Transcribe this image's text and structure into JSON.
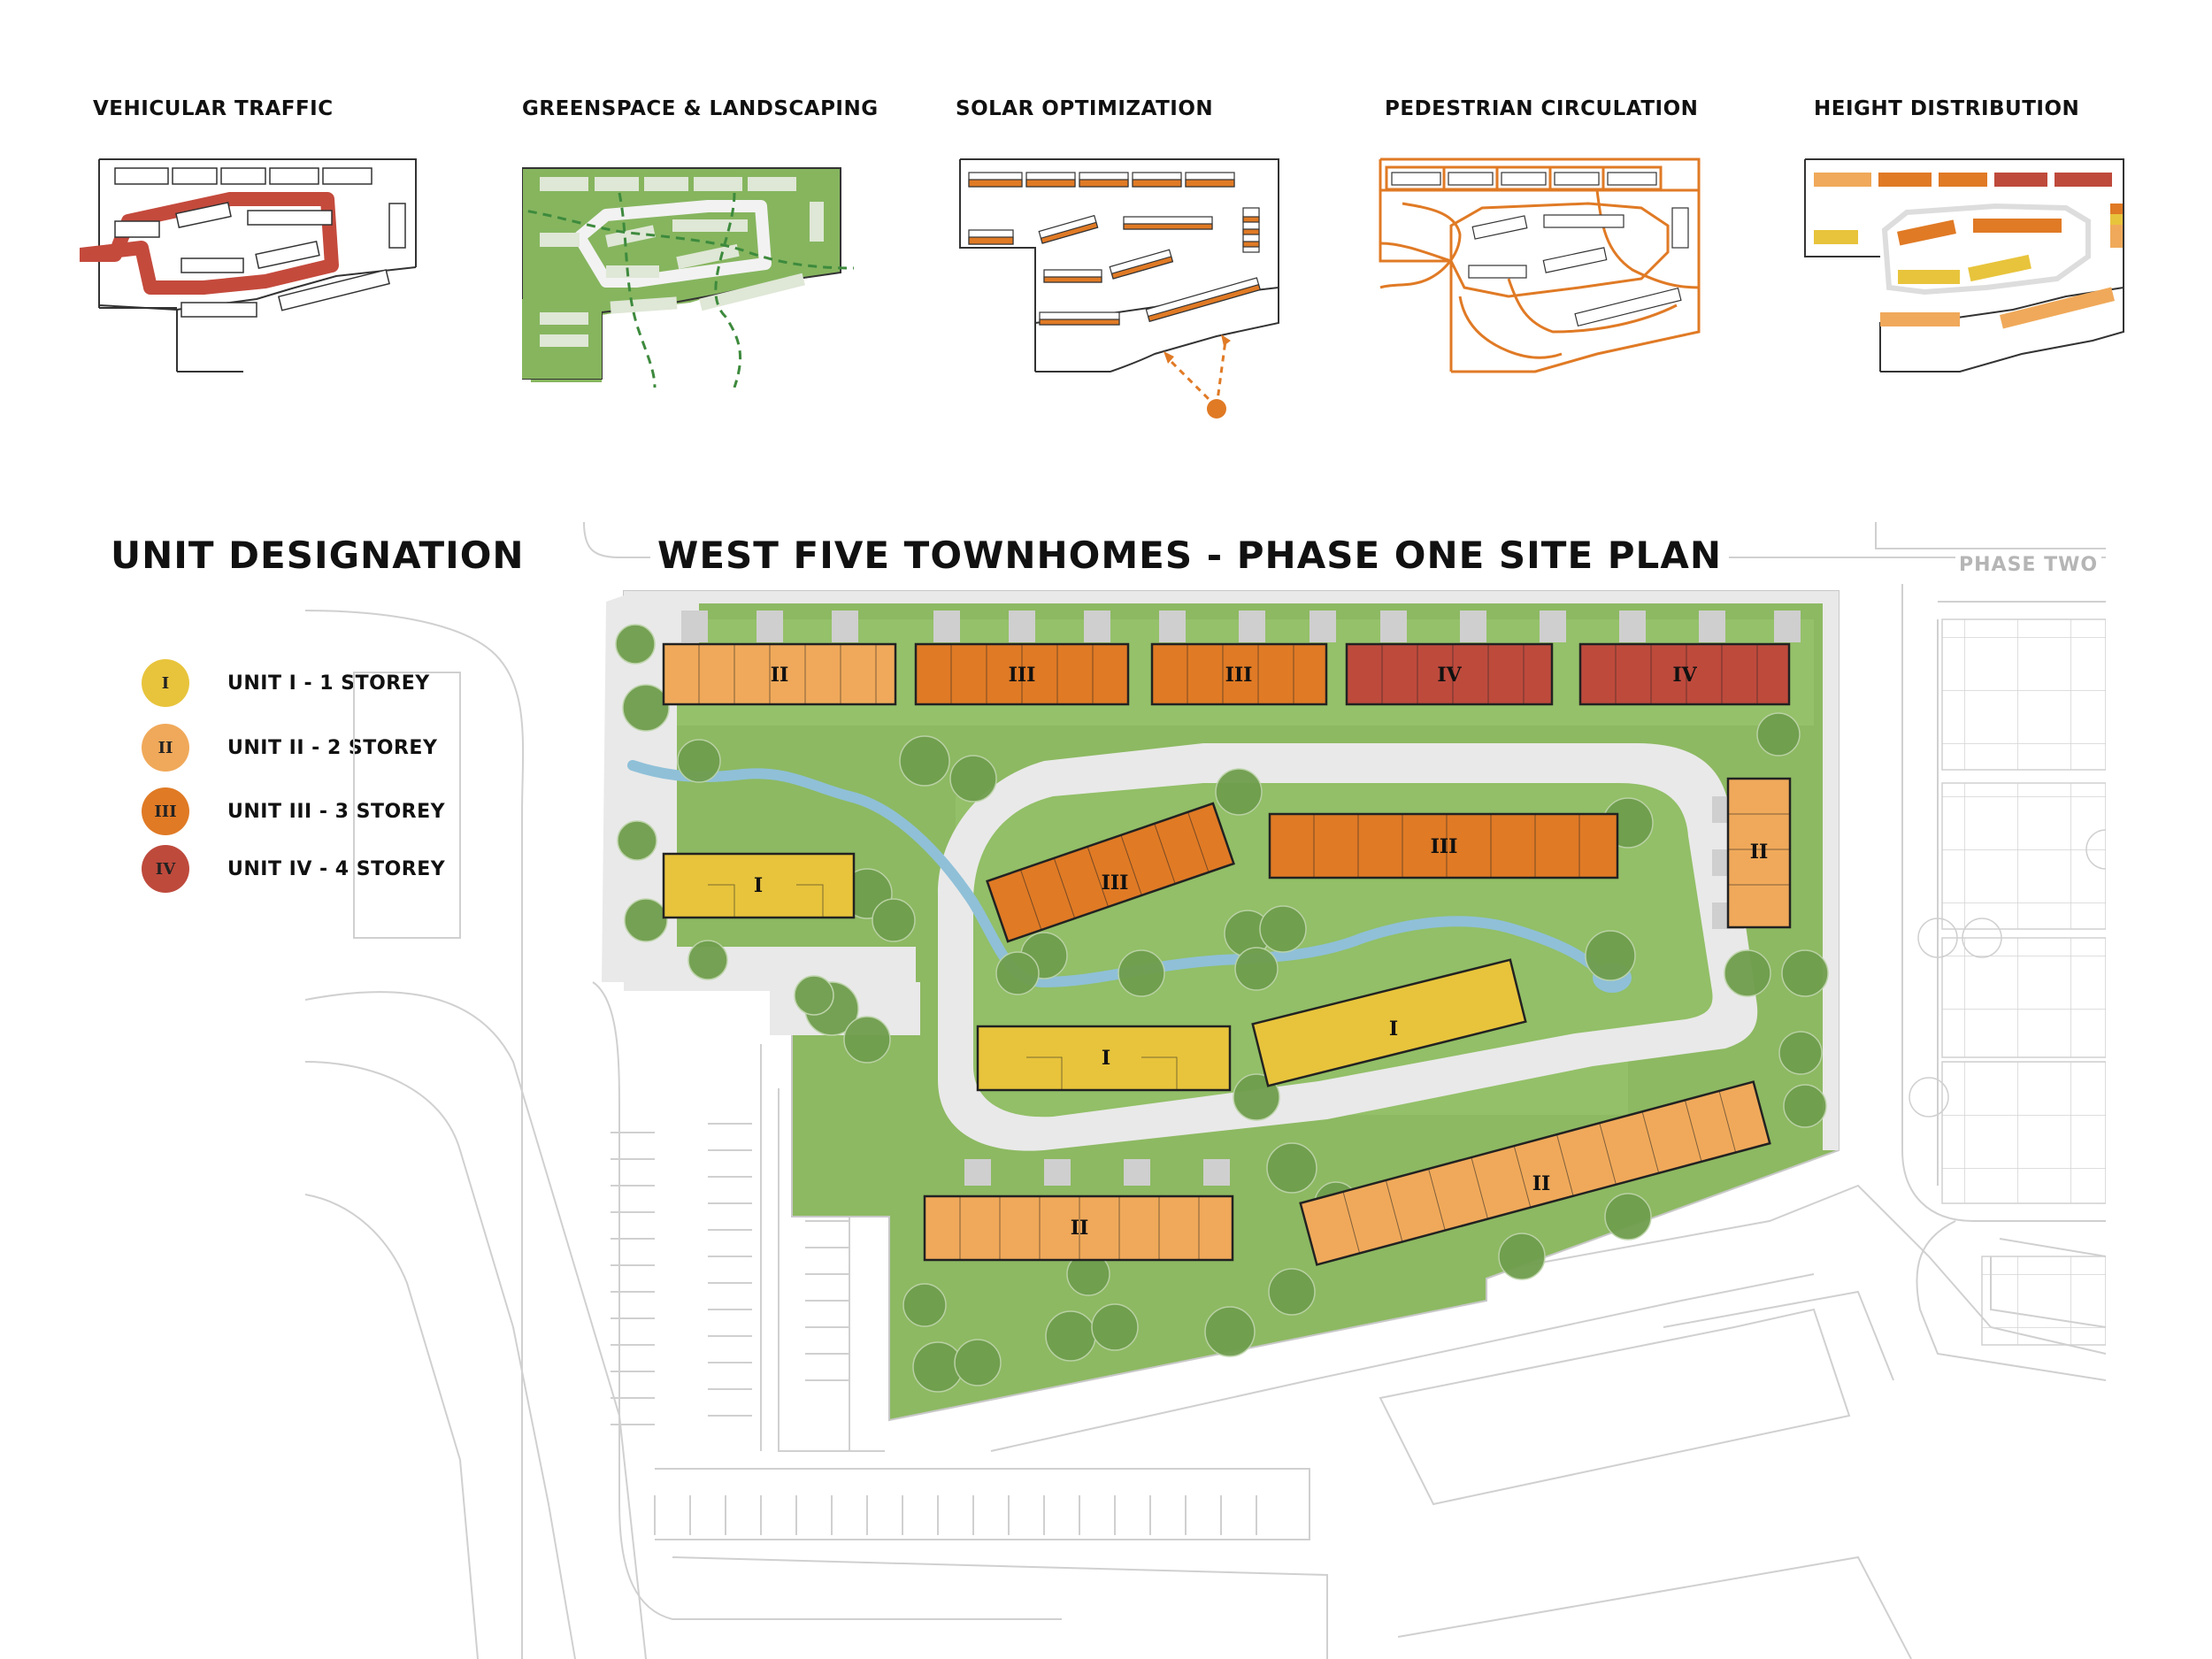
{
  "diagrams": [
    {
      "title": "VEHICULAR TRAFFIC"
    },
    {
      "title": "GREENSPACE & LANDSCAPING"
    },
    {
      "title": "SOLAR OPTIMIZATION"
    },
    {
      "title": "PEDESTRIAN CIRCULATION"
    },
    {
      "title": "HEIGHT DISTRIBUTION"
    }
  ],
  "legend": {
    "title": "UNIT DESIGNATION",
    "items": [
      {
        "numeral": "I",
        "label": "UNIT I - 1 STOREY",
        "color": "#e8c43c"
      },
      {
        "numeral": "II",
        "label": "UNIT II - 2 STOREY",
        "color": "#f0a95a"
      },
      {
        "numeral": "III",
        "label": "UNIT III - 3 STOREY",
        "color": "#e07a25"
      },
      {
        "numeral": "IV",
        "label": "UNIT IV - 4 STOREY",
        "color": "#be4a3c"
      }
    ]
  },
  "site_plan": {
    "title": "WEST FIVE TOWNHOMES - PHASE ONE SITE PLAN",
    "phase_two_label": "PHASE TWO",
    "buildings": [
      {
        "unit": "II"
      },
      {
        "unit": "III"
      },
      {
        "unit": "III"
      },
      {
        "unit": "IV"
      },
      {
        "unit": "IV"
      },
      {
        "unit": "I"
      },
      {
        "unit": "III"
      },
      {
        "unit": "III"
      },
      {
        "unit": "II"
      },
      {
        "unit": "I"
      },
      {
        "unit": "I"
      },
      {
        "unit": "II"
      },
      {
        "unit": "II"
      }
    ]
  },
  "colors": {
    "unit_i": "#e8c43c",
    "unit_ii": "#f0a95a",
    "unit_iii": "#e07a25",
    "unit_iv": "#be4a3c",
    "grass": "#86b55e",
    "road": "#e9e9e9",
    "creek": "#8fc0d8"
  }
}
